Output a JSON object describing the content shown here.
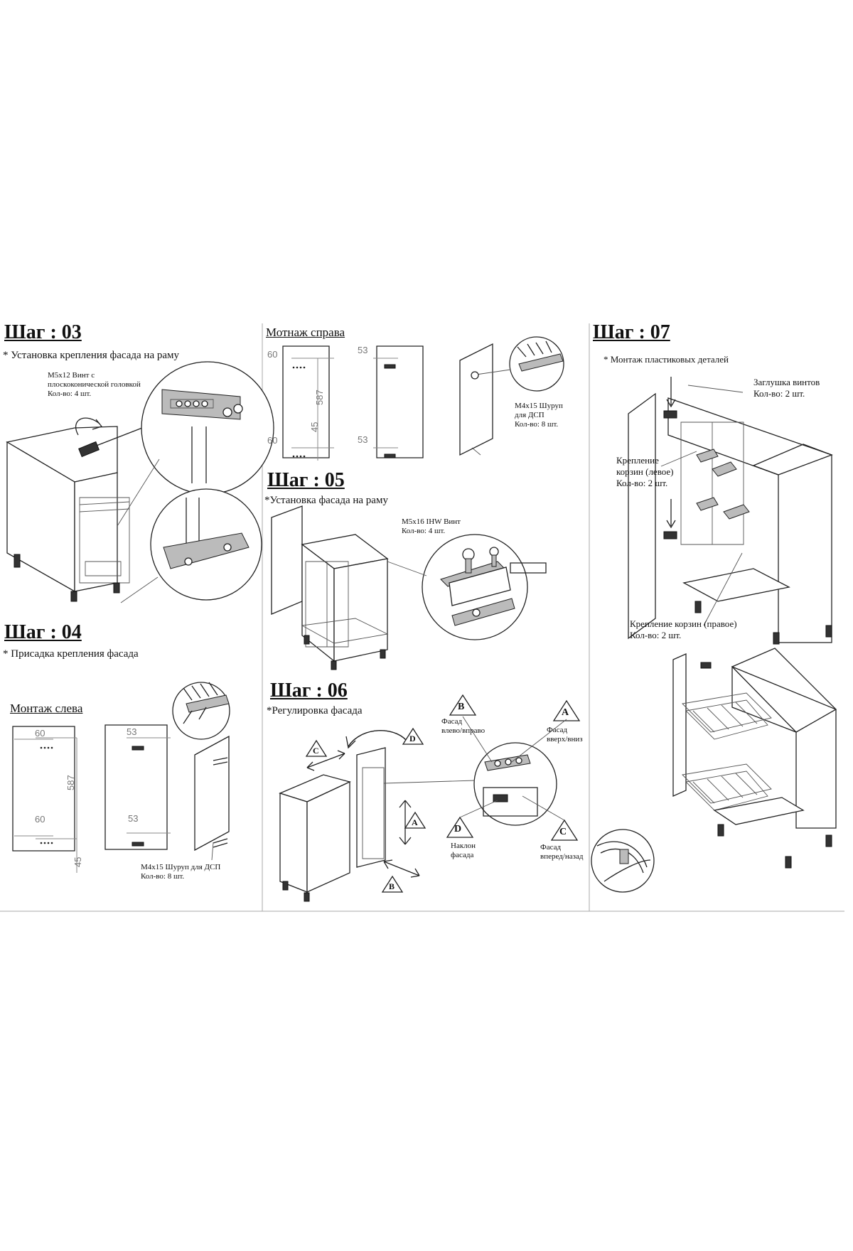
{
  "step03": {
    "title": "Шаг : 03",
    "subtitle": "* Установка крепления фасада на раму",
    "callout_screw": "М5х12 Винт с\nплоскоконической головкой\nКол-во: 4 шт."
  },
  "step04": {
    "title": "Шаг : 04",
    "subtitle": "* Присадка крепления фасада",
    "mount_label": "Монтаж слева",
    "dim_60_top": "60",
    "dim_60_bottom": "60",
    "dim_587": "587",
    "dim_45": "45",
    "dim_53_top": "53",
    "dim_53_bottom": "53",
    "callout": "М4х15 Шуруп для ДСП\nКол-во: 8 шт."
  },
  "mount_right": {
    "label": "Мотнаж справа",
    "dim_60_top": "60",
    "dim_60_bottom": "60",
    "dim_587": "587",
    "dim_45": "45",
    "dim_53_top": "53",
    "dim_53_bottom": "53",
    "callout": "М4х15 Шуруп\nдля ДСП\nКол-во: 8 шт."
  },
  "step05": {
    "title": "Шаг : 05",
    "subtitle": "*Установка фасада на раму",
    "callout": "М5х16 IHW Винт\nКол-во: 4 шт."
  },
  "step06": {
    "title": "Шаг : 06",
    "subtitle": "*Регулировка фасада",
    "marker_a": "A",
    "marker_b": "B",
    "marker_c": "C",
    "marker_d": "D",
    "label_b": "Фасад\nвлево/вправо",
    "label_a": "Фасад\nвверх/вниз",
    "label_d": "Наклон\nфасада",
    "label_c": "Фасад\nвперед/назад"
  },
  "step07": {
    "title": "Шаг : 07",
    "subtitle": "* Монтаж пластиковых деталей",
    "callout_caps": "Заглушка винтов\nКол-во: 2 шт.",
    "callout_left": "Крепление\nкорзин (левое)\nКол-во: 2 шт.",
    "callout_right": "Крепление корзин (правое)\nКол-во: 2 шт."
  }
}
